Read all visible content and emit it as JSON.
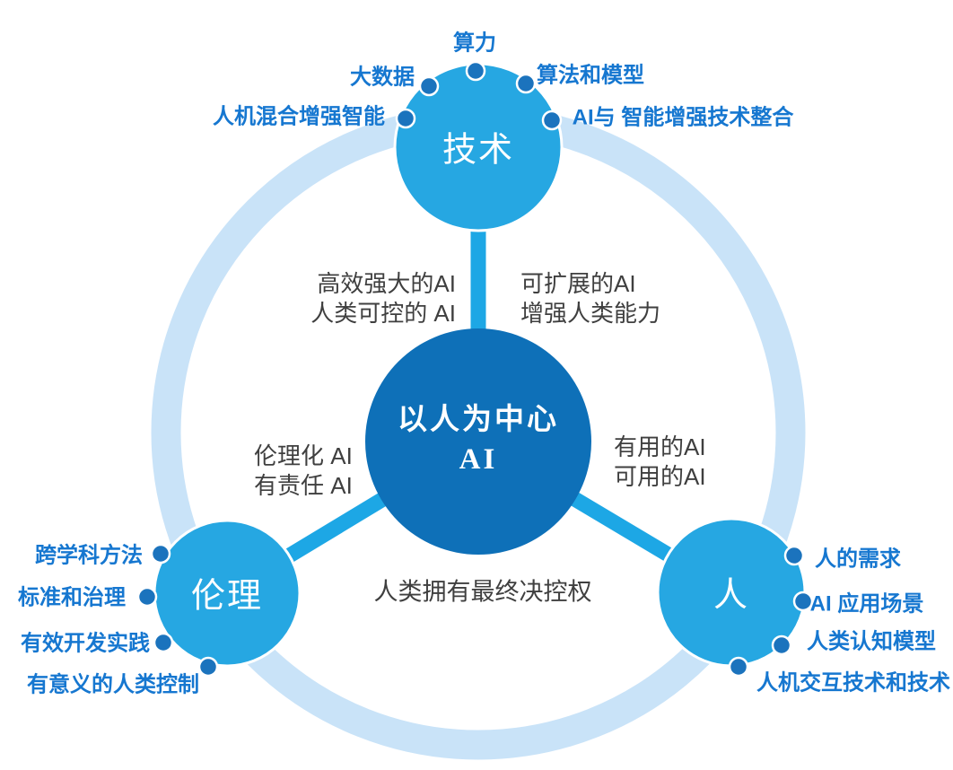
{
  "center": {
    "line1": "以人为中心",
    "line2": "AI"
  },
  "tech": {
    "label": "技术",
    "satellites": [
      "算力",
      "大数据",
      "算法和模型",
      "人机混合增强智能",
      "AI与 智能增强技术整合"
    ]
  },
  "ethics": {
    "label": "伦理",
    "satellites": [
      "跨学科方法",
      "标准和治理",
      "有效开发实践",
      "有意义的人类控制"
    ]
  },
  "human": {
    "label": "人",
    "satellites": [
      "人的需求",
      "AI 应用场景",
      "人类认知模型",
      "人机交互技术和技术"
    ]
  },
  "edges": {
    "tech_left": [
      "高效强大的AI",
      "人类可控的 AI"
    ],
    "tech_right": [
      "可扩展的AI",
      "增强人类能力"
    ],
    "ethics": [
      "伦理化 AI",
      "有责任 AI"
    ],
    "human": [
      "有用的AI",
      "可用的AI"
    ]
  },
  "bottom_note": "人类拥有最终决控权",
  "colors": {
    "ring": "#C9E3F8",
    "spoke": "#1DA7E5",
    "node": "#26A7E2",
    "center": "#0E70B8",
    "dot": "#1B73BD",
    "label_blue": "#1677D0",
    "label_gray": "#3F3F3F"
  }
}
